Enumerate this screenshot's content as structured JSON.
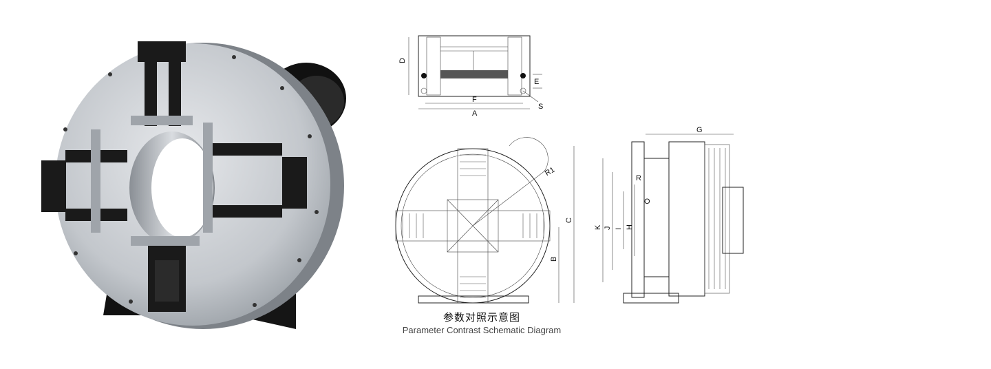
{
  "caption": {
    "chinese": "参数对照示意图",
    "english": "Parameter Contrast Schematic Diagram"
  },
  "dimension_labels": {
    "A": "A",
    "B": "B",
    "C": "C",
    "D": "D",
    "E": "E",
    "F": "F",
    "G": "G",
    "H": "H",
    "I": "I",
    "J": "J",
    "K": "K",
    "O": "O",
    "R": "R",
    "R1": "R1",
    "S": "S"
  },
  "colors": {
    "metal": "#c9ccd0",
    "metal_dark": "#8e9399",
    "jaw": "#1c1c1c",
    "line": "#222222"
  }
}
